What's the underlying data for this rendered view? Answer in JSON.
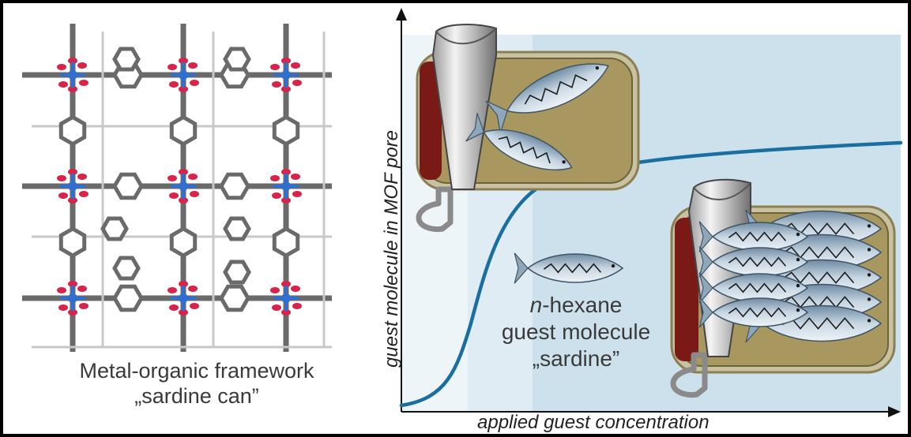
{
  "left_panel": {
    "caption_line1": "Metal-organic framework",
    "caption_line2": "„sardine can”"
  },
  "chart": {
    "xlabel": "applied guest concentration",
    "ylabel": "guest molecule in MOF pore",
    "curve_color": "#1a6fa0",
    "axis_color": "#111111",
    "zone_colors": [
      "#eaf3f8",
      "#dce9f1",
      "#c9e0ec"
    ]
  },
  "guest": {
    "caption_prefix": "n",
    "caption_rest": "-hexane",
    "caption_line2": "guest molecule",
    "caption_line3": "„sardine”"
  },
  "colors": {
    "can_lid": "#a8985f",
    "can_inner": "#7a1a17",
    "fish_body": "#9fb6c8",
    "metal_node": "#2f6fd0",
    "carboxylate": "#d8234a",
    "linker": "#6a6a6a"
  }
}
